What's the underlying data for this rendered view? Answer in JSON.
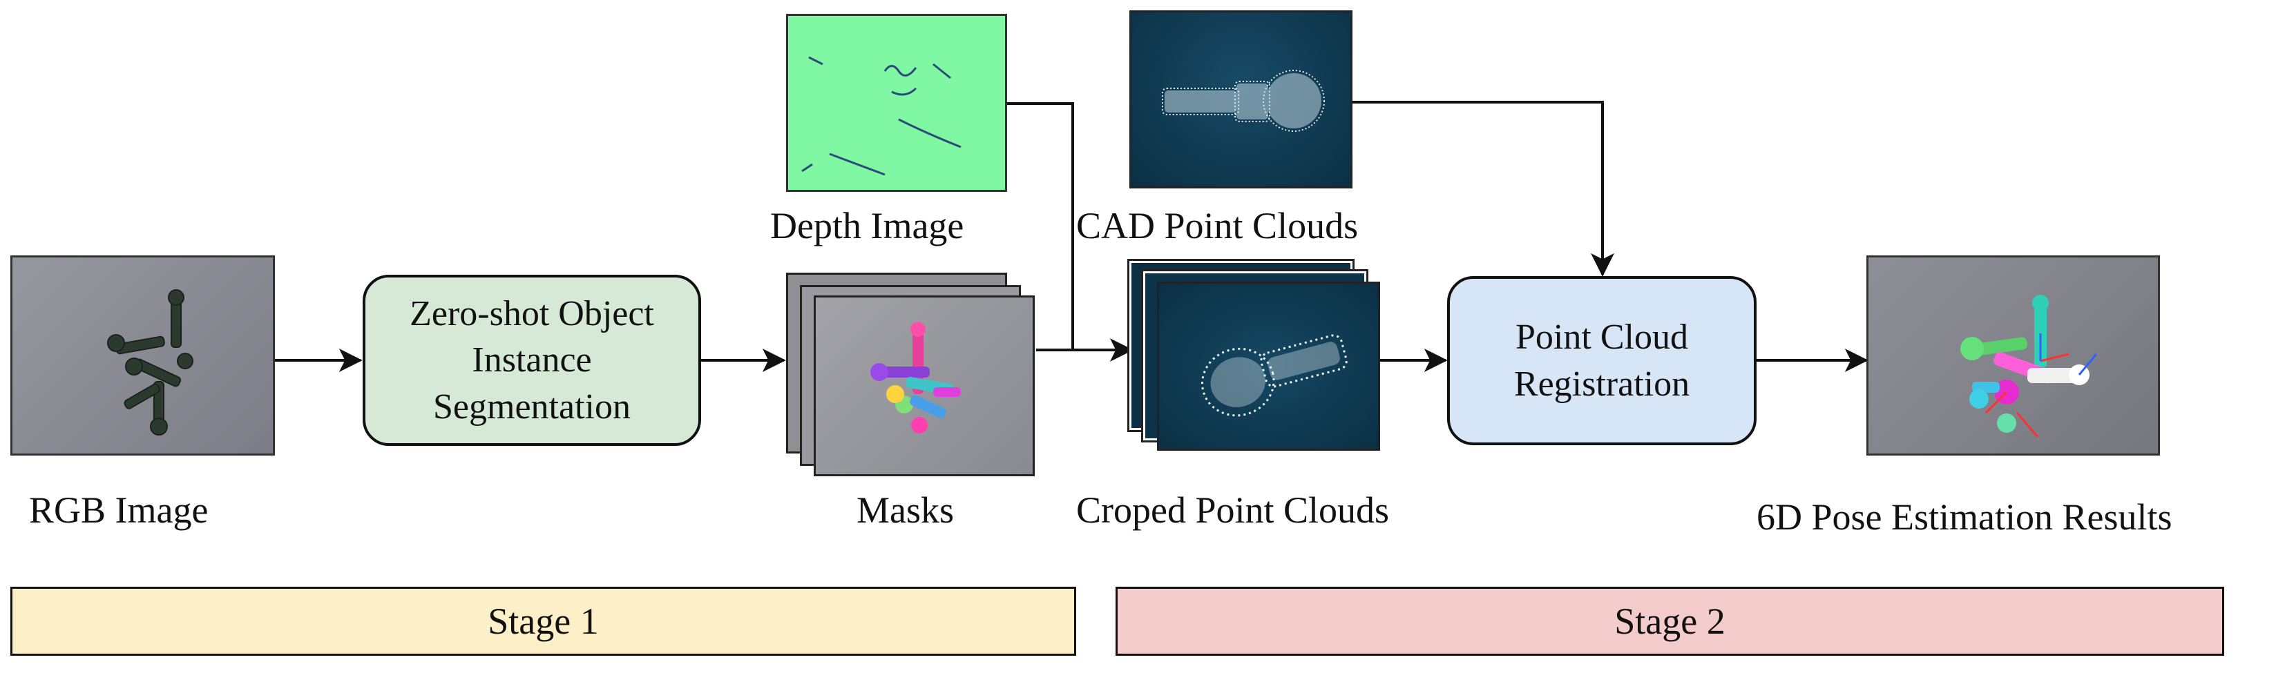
{
  "inputs": {
    "rgb_label": "RGB Image",
    "depth_label": "Depth Image",
    "cad_label": "CAD Point Clouds"
  },
  "steps": {
    "segmentation": [
      "Zero-shot Object",
      "Instance",
      "Segmentation"
    ],
    "registration": [
      "Point Cloud",
      "Registration"
    ]
  },
  "outputs": {
    "masks_label": "Masks",
    "croped_label": "Croped Point Clouds",
    "result_label": "6D Pose Estimation Results"
  },
  "stages": {
    "stage1": "Stage 1",
    "stage2": "Stage 2"
  },
  "colors": {
    "segmentation_fill": "#d6e9d6",
    "registration_fill": "#d6e6f7",
    "stage1_fill": "#fdf0c8",
    "stage2_fill": "#f5cccc",
    "depth_green": "#7ff7a3",
    "pointcloud_bg": "#0f3a52",
    "photo_gray": "#8a8a94"
  }
}
